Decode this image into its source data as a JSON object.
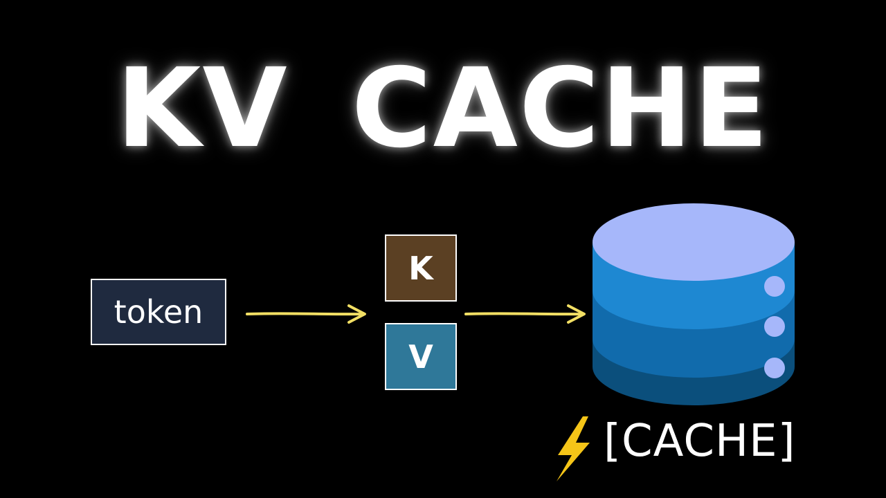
{
  "title": "KV  CACHE",
  "token_label": "token",
  "k_label": "K",
  "v_label": "V",
  "cache_label": "[CACHE]",
  "colors": {
    "background": "#000000",
    "token_box": "#1f2a3f",
    "k_box": "#5b4023",
    "v_box": "#2f7899",
    "arrow": "#f2df64",
    "db_top": "#a6b7fa",
    "db_layer1": "#1e88d2",
    "db_layer2": "#116bac",
    "db_layer3": "#0b4f7c",
    "db_dots": "#a6b7fa",
    "bolt": "#f5c518"
  },
  "icons": [
    "lightning-bolt-icon",
    "database-icon",
    "arrow-icon"
  ]
}
